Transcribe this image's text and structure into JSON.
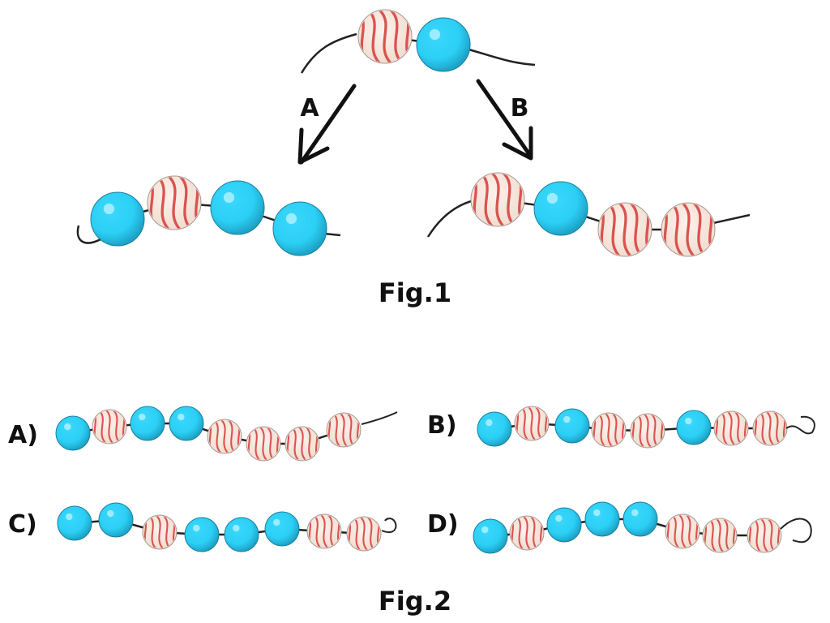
{
  "figure1": {
    "caption": "Fig.1",
    "start_chain": [
      "striped",
      "blue"
    ],
    "branches": [
      {
        "label": "A",
        "chain": [
          "blue",
          "striped",
          "blue",
          "blue"
        ],
        "end": "hook-left"
      },
      {
        "label": "B",
        "chain": [
          "striped",
          "blue",
          "striped",
          "striped"
        ],
        "end": "plain"
      }
    ]
  },
  "figure2": {
    "caption": "Fig.2",
    "options": [
      {
        "label": "A)",
        "chain": [
          "blue",
          "striped",
          "blue",
          "blue",
          "striped",
          "striped",
          "striped",
          "striped"
        ],
        "end": "tail"
      },
      {
        "label": "B)",
        "chain": [
          "blue",
          "striped",
          "blue",
          "striped",
          "striped",
          "blue",
          "striped",
          "striped"
        ],
        "end": "hook"
      },
      {
        "label": "C)",
        "chain": [
          "blue",
          "blue",
          "striped",
          "blue",
          "blue",
          "blue",
          "striped",
          "striped"
        ],
        "end": "hook"
      },
      {
        "label": "D)",
        "chain": [
          "blue",
          "striped",
          "blue",
          "blue",
          "blue",
          "striped",
          "striped",
          "striped"
        ],
        "end": "hook"
      }
    ]
  },
  "colors": {
    "bead_blue": "#2ccff5",
    "bead_blue_shade": "#1ea5c8",
    "bead_striped_bg": "#f7e8e0",
    "stripe": "#d9534f",
    "string": "#222222"
  }
}
